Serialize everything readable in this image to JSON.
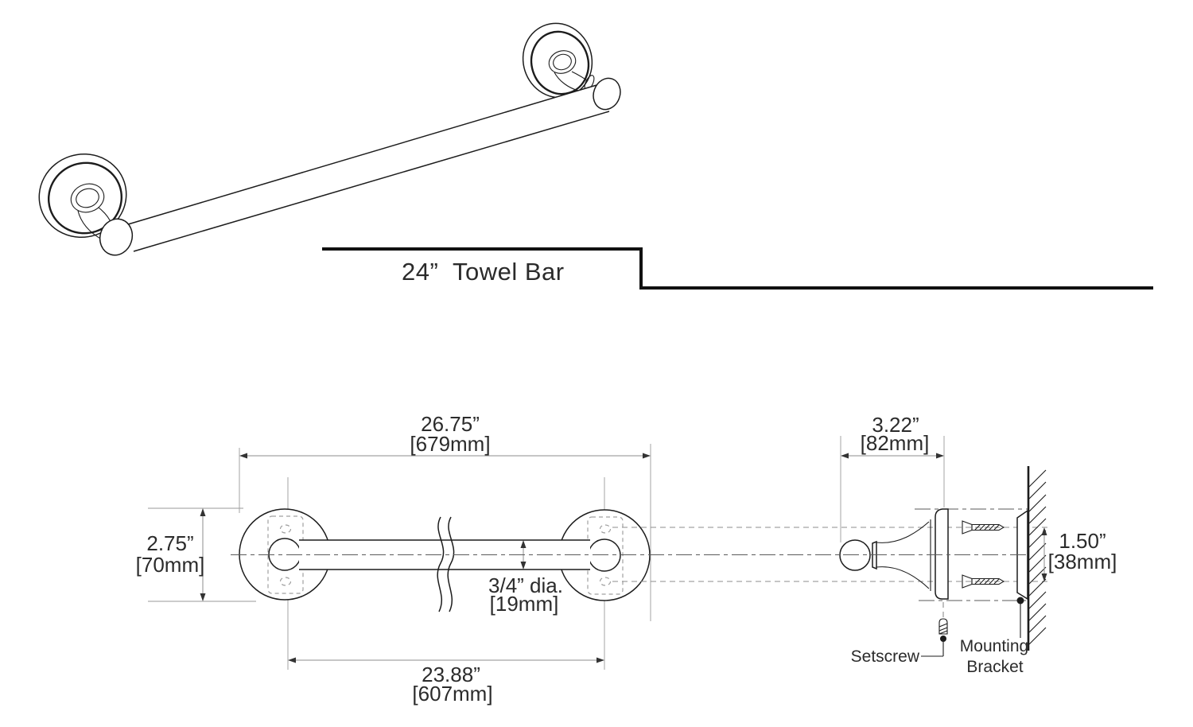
{
  "title": {
    "product_label": "24”  Towel Bar"
  },
  "front_view": {
    "overall_width_in": "26.75”",
    "overall_width_mm": "[679mm]",
    "flange_diameter_in": "2.75”",
    "flange_diameter_mm": "[70mm]",
    "bar_diameter_in": "3/4” dia.",
    "bar_diameter_mm": "[19mm]",
    "center_to_center_in": "23.88”",
    "center_to_center_mm": "[607mm]"
  },
  "side_view": {
    "projection_in": "3.22”",
    "projection_mm": "[82mm]",
    "bracket_height_in": "1.50”",
    "bracket_height_mm": "[38mm]",
    "setscrew_label": "Setscrew",
    "mounting_bracket_label": [
      "Mounting",
      "Bracket"
    ]
  },
  "colors": {
    "line": "#1c1c1c",
    "dimension_line": "#8c8c8c",
    "text": "#2b2b2b",
    "background": "#ffffff"
  }
}
